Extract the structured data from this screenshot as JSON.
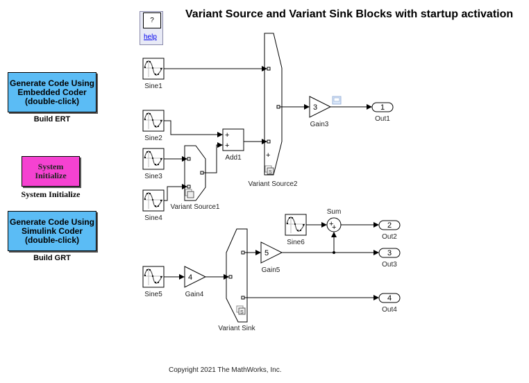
{
  "title": "Variant Source and Variant Sink Blocks with startup activation",
  "copyright": "Copyright 2021 The MathWorks, Inc.",
  "help": {
    "symbol": "?",
    "link": "help"
  },
  "left_panel": {
    "build_ert": {
      "lines": [
        "Generate Code Using",
        "Embedded Coder",
        "(double-click)"
      ],
      "label": "Build ERT",
      "color": "#5bbcf5"
    },
    "system_initialize": {
      "lines": [
        "System",
        "Initialize"
      ],
      "label": "System Initialize",
      "color": "#f542d1"
    },
    "build_grt": {
      "lines": [
        "Generate Code Using",
        "Simulink Coder",
        "(double-click)"
      ],
      "label": "Build GRT",
      "color": "#5bbcf5"
    }
  },
  "blocks": {
    "sine1": "Sine1",
    "sine2": "Sine2",
    "sine3": "Sine3",
    "sine4": "Sine4",
    "sine5": "Sine5",
    "sine6": "Sine6",
    "add1": {
      "label": "Add1",
      "signs": [
        "+",
        "+"
      ]
    },
    "variant_source1": "Variant Source1",
    "variant_source2": "Variant Source2",
    "variant_sink": "Variant Sink",
    "gain3": {
      "label": "Gain3",
      "value": "3"
    },
    "gain4": {
      "label": "Gain4",
      "value": "4"
    },
    "gain5": {
      "label": "Gain5",
      "value": "5"
    },
    "sum": {
      "label": "Sum",
      "signs": [
        "+",
        "+"
      ]
    },
    "out1": {
      "label": "Out1",
      "port": "1"
    },
    "out2": {
      "label": "Out2",
      "port": "2"
    },
    "out3": {
      "label": "Out3",
      "port": "3"
    },
    "out4": {
      "label": "Out4",
      "port": "4"
    }
  }
}
